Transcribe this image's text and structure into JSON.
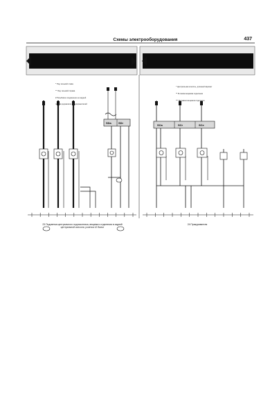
{
  "header": {
    "title": "Схемы электрооборудования",
    "page_number": "437"
  },
  "notes_left": [
    "* Под тесьмой слева",
    "** Под тесьмой справа",
    "# Резьбовое соединение на задней",
    "панели держателя предохранителей"
  ],
  "notes_right": [
    "* Центральная консоль, длинный вариант",
    "** В левом вещевом отделении",
    "*** В правом вещевом отделении"
  ],
  "fuse_labels_left": [
    "SDa",
    "SDr"
  ],
  "fuse_labels_right": [
    "SCa",
    "SCr",
    "SCe"
  ],
  "captions": {
    "left": "23 Подсветка центрального подлокотника, вещевого отделения в задней центральной консоли, розетка 12 Вольт",
    "right": "24 Прикуриватели"
  },
  "colors": {
    "bar": "#111111",
    "wire": "#1a1a1a",
    "fuse_fill": "#d9d9d9",
    "diamond": "#111111"
  }
}
